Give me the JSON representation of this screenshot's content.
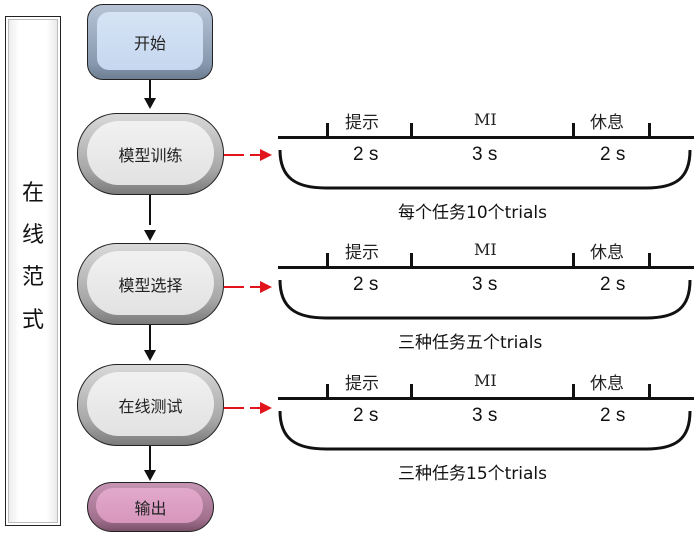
{
  "side_panel": {
    "label_chars": [
      "在",
      "线",
      "范",
      "式"
    ]
  },
  "flow": {
    "start": "开始",
    "steps": [
      "模型训练",
      "模型选择",
      "在线测试"
    ],
    "end": "输出"
  },
  "timelines": [
    {
      "phases": [
        {
          "label": "提示",
          "duration": "2 s"
        },
        {
          "label": "MI",
          "duration": "3 s"
        },
        {
          "label": "休息",
          "duration": "2 s"
        }
      ],
      "caption": "每个任务10个trials"
    },
    {
      "phases": [
        {
          "label": "提示",
          "duration": "2 s"
        },
        {
          "label": "MI",
          "duration": "3 s"
        },
        {
          "label": "休息",
          "duration": "2 s"
        }
      ],
      "caption": "三种任务五个trials"
    },
    {
      "phases": [
        {
          "label": "提示",
          "duration": "2 s"
        },
        {
          "label": "MI",
          "duration": "3 s"
        },
        {
          "label": "休息",
          "duration": "2 s"
        }
      ],
      "caption": "三种任务15个trials"
    }
  ],
  "colors": {
    "arrow_red": "#e0141a",
    "start_fill": "#c6d7ef",
    "step_fill": "#e6e6e6",
    "end_fill": "#d796bd"
  }
}
